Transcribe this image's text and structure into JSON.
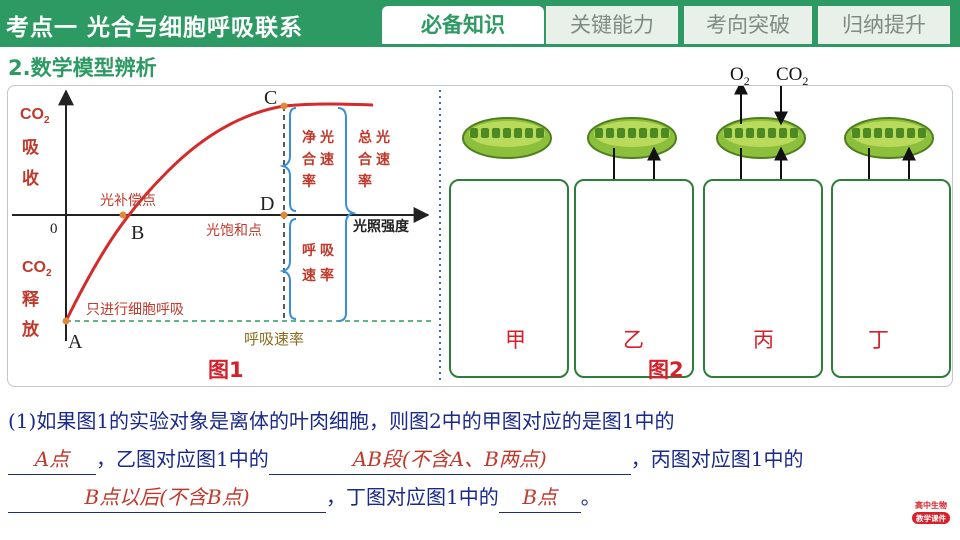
{
  "header": {
    "title": "考点一   光合与细胞呼吸联系",
    "tabs": [
      "必备知识",
      "关键能力",
      "考向突破",
      "归纳提升"
    ],
    "active_tab": 0,
    "accent": "#2e9a63"
  },
  "subtitle": "2.数学模型辨析",
  "fig1": {
    "caption": "图1",
    "axis_y_top": "CO2吸收",
    "axis_y_bottom": "CO2释放",
    "axis_x": "光照强度",
    "origin": "0",
    "points": {
      "A": "A",
      "B": "B",
      "C": "C",
      "D": "D"
    },
    "labels": {
      "compensation": "光补偿点",
      "saturation": "光饱和点",
      "respiration_only": "只进行细胞呼吸",
      "respiration_rate": "呼吸速率",
      "net_rate": "净光合速率",
      "resp_rate_bracket": "呼吸速率",
      "total_rate": "总光合速率"
    },
    "colors": {
      "curve": "#d42a2a",
      "points": "#e08a3c",
      "text": "#c0392b",
      "guide": "#2e9a63"
    }
  },
  "fig2": {
    "caption": "图2",
    "gas_o2": "O2",
    "gas_co2": "CO2",
    "panels": [
      "甲",
      "乙",
      "丙",
      "丁"
    ]
  },
  "question": {
    "intro": "(1)如果图1的实验对象是离体的叶肉细胞，则图2中的甲图对应的是图1中的",
    "answer1": "A点",
    "mid1": "，乙图对应图1中的",
    "answer2": "AB段(不含A、B两点)",
    "mid2": "，丙图对应图1中的",
    "answer3": "B点以后(不含B点)",
    "mid3": "，丁图对应图1中的",
    "answer4": "B点",
    "end": "。"
  },
  "logo": {
    "line1": "高中生物",
    "line2": "教学课件"
  }
}
